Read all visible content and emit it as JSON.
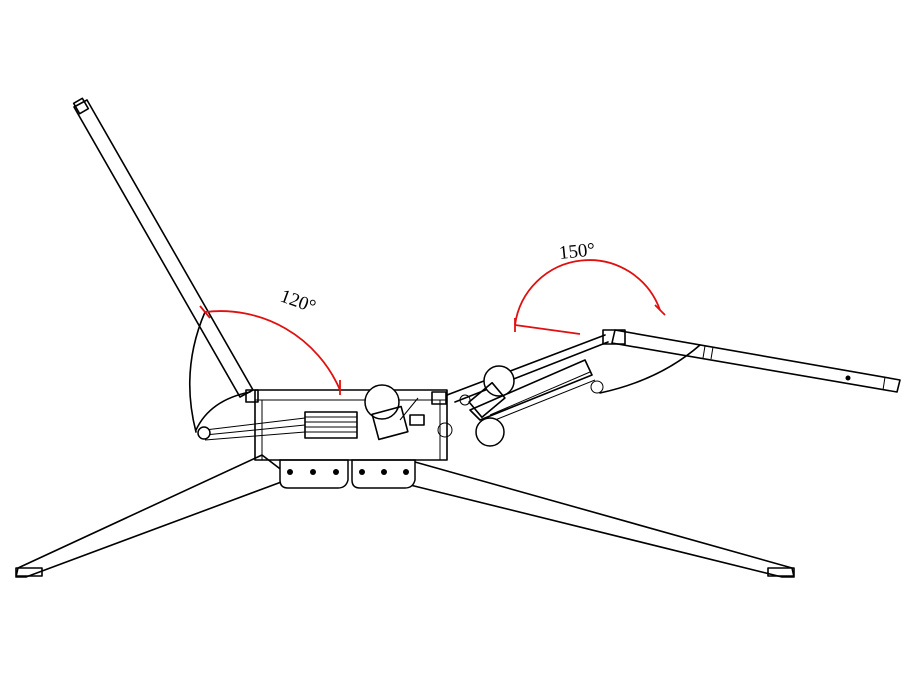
{
  "diagram": {
    "angles": [
      {
        "id": "back",
        "label": "120°",
        "value_deg": 120
      },
      {
        "id": "leg",
        "label": "150°",
        "value_deg": 150
      }
    ],
    "colors": {
      "line": "#000000",
      "angle_marker": "#e01010",
      "background": "#ffffff"
    }
  }
}
